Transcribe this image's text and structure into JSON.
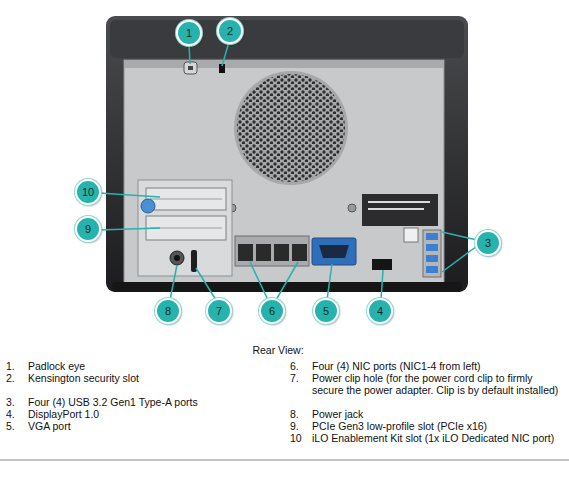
{
  "diagram": {
    "nodes": [
      {
        "text": [
          "1"
        ]
      },
      {
        "text": [
          "2"
        ]
      },
      {
        "text": [
          "10"
        ]
      },
      {
        "text": [
          "9"
        ]
      },
      {
        "text": [
          "3"
        ]
      },
      {
        "text": [
          "8"
        ]
      },
      {
        "text": [
          "7"
        ]
      },
      {
        "text": [
          "6"
        ]
      },
      {
        "text": [
          "5"
        ]
      },
      {
        "text": [
          "4"
        ]
      }
    ],
    "labels": [
      "Rear View:",
      "1.",
      "Padlock eye",
      "2.",
      "Kensington security slot",
      "3.",
      "Four (4) USB 3.2 Gen1 Type-A ports",
      "4.",
      "DisplayPort 1.0",
      "5.",
      "VGA port",
      "6.",
      "Four (4) NIC ports (NIC1-4 from left)",
      "7.",
      "Power clip hole (for the power cord clip to firmly secure the power adapter. Clip is by default installed)",
      "8.",
      "Power jack",
      "9.",
      "PCIe Gen3 low-profile slot (PCIe x16)",
      "10",
      "iLO Enablement Kit slot (1x iLO Dedicated NIC port)"
    ]
  }
}
